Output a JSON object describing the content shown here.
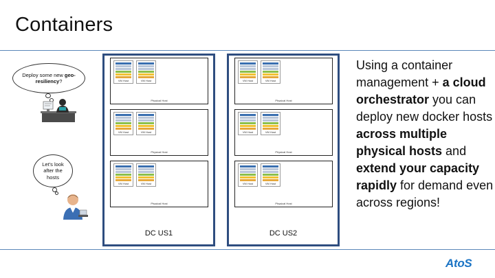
{
  "slide": {
    "title": "Containers",
    "logo_text": "AtoS"
  },
  "bubbles": {
    "admin_prefix": "Deploy some new ",
    "admin_bold": "geo-resiliency",
    "admin_suffix": "?",
    "ops_text": "Let's look after the hosts"
  },
  "datacenters": [
    {
      "label": "DC US1",
      "hosts": [
        {
          "label": "Physical Host",
          "vms": [
            "VM Host",
            "VM Host"
          ]
        },
        {
          "label": "Physical Host",
          "vms": [
            "VM Host",
            "VM Host"
          ]
        },
        {
          "label": "Physical Host",
          "vms": [
            "VM Host",
            "VM Host"
          ]
        }
      ]
    },
    {
      "label": "DC US2",
      "hosts": [
        {
          "label": "Physical Host",
          "vms": [
            "VM Host",
            "VM Host"
          ]
        },
        {
          "label": "Physical Host",
          "vms": [
            "VM Host",
            "VM Host"
          ]
        },
        {
          "label": "Physical Host",
          "vms": [
            "VM Host",
            "VM Host"
          ]
        }
      ]
    }
  ],
  "body": {
    "t1": "Using a container management + ",
    "b1": "a cloud orchestrator",
    "t2": " you can deploy new docker hosts ",
    "b2": "across multiple physical hosts",
    "t3": " and ",
    "b3": "extend your capacity rapidly",
    "t4": " for demand even across regions!"
  },
  "colors": {
    "accent": "#2e4d7f",
    "rule": "#5a86b8",
    "logo": "#1a73c4"
  }
}
